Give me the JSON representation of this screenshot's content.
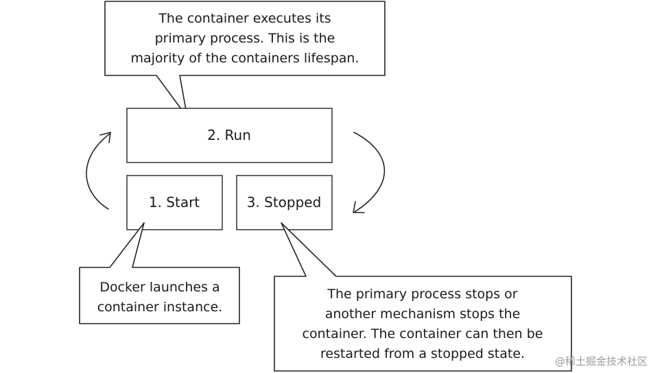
{
  "states": {
    "run": "2. Run",
    "start": "1. Start",
    "stopped": "3. Stopped"
  },
  "callouts": {
    "run": [
      "The container executes its",
      "primary process. This is the",
      "majority of the containers lifespan."
    ],
    "start": [
      "Docker launches a",
      "container instance."
    ],
    "stopped": [
      "The primary process stops or",
      "another mechanism stops the",
      "container. The container can then be",
      "restarted from a stopped state."
    ]
  },
  "watermark": "@稀土掘金技术社区"
}
